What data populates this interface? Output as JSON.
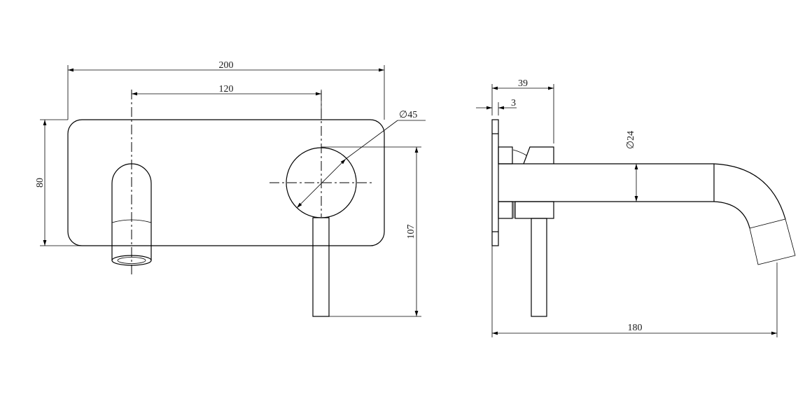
{
  "drawing": {
    "front_view": {
      "width_label": "200",
      "centers_label": "120",
      "height_label": "80",
      "handle_diameter_label": "∅45",
      "handle_drop_label": "107"
    },
    "side_view": {
      "depth_label": "39",
      "plate_thickness_label": "3",
      "pipe_diameter_label": "∅24",
      "projection_label": "180"
    }
  }
}
